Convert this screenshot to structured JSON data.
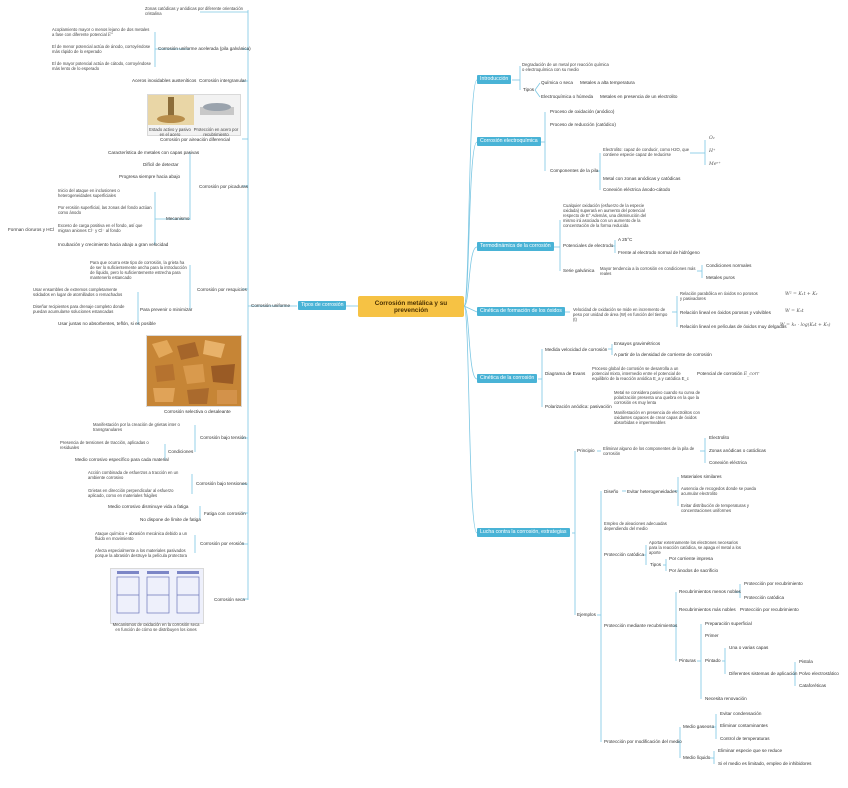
{
  "root": "Corrosión metálica y su prevención",
  "left": {
    "tipos": "Tipos de corrosión",
    "uniforme": "Corrosión uniforme",
    "zonas": "Zonas catódicas y anódicas por diferente orientación cristalina",
    "galvanica": "Corrosión uniforme acelerada (pila galvánica)",
    "g1": "Acoplamiento mayor o menos lejano de dos metales a fase con diferente potencial",
    "g1_math": "E°",
    "g2": "El de menor potencial actúa de ánodo, corroyéndose más rápido de lo esperado",
    "g3": "El de mayor potencial actúa de cátodo, corroyéndose más lento de lo esperado",
    "intergranular": "Corrosión intergranular",
    "inter1": "Aceros inoxidables austeníticos",
    "aireacion": "Corrosión por aireación diferencial",
    "img1_cap1": "Estado activo y pasivo en el acero",
    "img1_cap2": "Protección en acero por recubrimiento",
    "picaduras": "Corrosión por picaduras",
    "p1": "Característica de metales con capas pasivas",
    "p2": "Difícil de detectar",
    "p3": "Progresa siempre hacia abajo",
    "mecanismo": "Mecanismo",
    "mec1": "Inicio del ataque en inclusiones o heterogeneidades superficiales",
    "mec2": "Por erosión superficial, las zonas del fondo actúan como ánodo",
    "mec3": "Exceso de carga positiva en el fondo, así que migran aniones Cl⁻ y Cl⁻ al fondo",
    "mec3_left": "Forman cloruros y HCl",
    "mec4": "Incubación y crecimiento hacia abajo a gran velocidad",
    "resquicios": "Corrosión por resquicios",
    "r1": "Para que ocurra este tipo de corrosión, la grieta ha de ser lo suficientemente ancha para la introducción de líquido, pero lo suficientemente estrecha para mantenerlo estancado",
    "prevenir": "Para prevenir o minimizar",
    "pr1": "Usar ensambles de extremos completamente soldados en lugar de atornillados o remachados",
    "pr2": "Diseñar recipientes para drenaje completo donde puedan acumularse soluciones estancadas",
    "pr3": "Usar juntas no absorbentes, teflón, si es posible",
    "selectiva": "Corrosión selectiva o desaleante",
    "tension": "Corrosión bajo tensión",
    "t1": "Manifestación por la creación de grietas inter o transgranulares",
    "condiciones": "Condiciones",
    "c1": "Presencia de tensiones de tracción, aplicadas o residuales",
    "c2": "Medio corrosivo específico para cada material",
    "fatiga_tension": "Corrosión bajo tensiones",
    "ft1": "Acción combinada de esfuerzos a tracción en un ambiente corrosivo",
    "ft2": "Grietas en dirección perpendicular al esfuerzo aplicado, como en materiales frágiles",
    "fatiga": "Fatiga con corrosión",
    "f1": "Medio corrosivo disminuye vida a fatiga",
    "f2": "No dispone de límite de fatiga",
    "erosion": "Corrosión por erosión",
    "e1": "Ataque químico + abrasión mecánica debido a un fluido en movimiento",
    "e2": "Afecta especialmente a los materiales pasivados porque la abrasión destruye la película protectora",
    "seca": "Corrosión seca",
    "img3_cap": "Mecanismos de oxidación en la corrosión seca en función de cómo se distribuyen los iones"
  },
  "right": {
    "intro": "Introducción",
    "intro1": "Degradación de un metal por reacción química o electroquímica con su medio",
    "tipos": "Tipos",
    "quimica": "Química o seca",
    "quimica1": "Metales a alta temperatura",
    "electro": "Electroquímica o húmeda",
    "electro1": "Metales en presencia de un electrolito",
    "electroq": "Corrosión electroquímica",
    "eq1": "Proceso de oxidación (anódico)",
    "eq2": "Proceso de reducción (catódico)",
    "componentes": "Componentes de la pila",
    "comp1": "Electrolito: capaz de conducir, como H2O, que contiene especie capaz de reducirse",
    "comp_math": [
      "O₂",
      "H⁺",
      "Meⁿ⁺"
    ],
    "comp2": "Metal con zonas anódicas y catódicas",
    "comp3": "Conexión eléctrica ánodo-cátodo",
    "termo": "Termodinámica de la corrosión",
    "te1": "Cualquier oxidación (esfuerzo de la especie oxidada) superará en aumento del potencial respecto de E° Además, una disminución del mismo irá asociada con un aumento de la concentración de la forma reducida",
    "potenciales": "Potenciales de electrodo",
    "pot1": "A 25°C",
    "pot2": "Frente al electrodo normal de hidrógeno",
    "serie": "Serie galvánica",
    "serie1": "Mayor tendencia a la corrosión en condiciones más reales",
    "serie2": "Condiciones normales",
    "serie3": "Metales puros",
    "cinetica": "Cinética de formación de los óxidos",
    "cin1": "Velocidad de oxidación se mide en incremento de peso por unidad de área (W) en función del tiempo (t)",
    "rel1": "Relación parabólica en óxidos no porosos y pasivadores",
    "rel1_math": "W² = K₁t + K₂",
    "rel2": "Relación lineal en óxidos porosos y volvibles",
    "rel2_math": "W = K₃t",
    "rel3": "Relación lineal en películas de óxidos muy delgadas",
    "rel3_math": "W = k₂ · log(K₄t + K₅)",
    "cinetica_corr": "Cinética de la corrosión",
    "cc1": "Medida velocidad de corrosión",
    "cc1a": "Ensayos gravimétricos",
    "cc1b": "A partir de la densidad de corriente de corrosión",
    "evans": "Diagrama de Evans",
    "ev1": "Proceso global de corrosión se desarrolla a un potencial mixto, intermedio entre el potencial de equilibrio de la reacción anódica E_a y catódica E_c",
    "ev2": "Potencial de corrosión",
    "ev2_math": "E_corr",
    "polarizacion": "Polarización anódica: pasivación",
    "pol1": "Metal se considera pasivo cuando su curva de polarización presenta una quebra en la que la corrosión es muy lenta",
    "pol2": "Manifestación en presencia de electrolitos con oxidantes capaces de crear capas de óxidos absorbidas e impermeables",
    "lucha": "Lucha contra la corrosión, estrategias",
    "principio": "Principio",
    "prin1": "Eliminar alguno de los componentes de la pila de corrosión",
    "prin_a": "Electrolito",
    "prin_b": "Zonas anódicas o catódicas",
    "prin_c": "Conexión eléctrica",
    "diseno": "Diseño",
    "dis1": "Evitar heterogeneidades",
    "dis1a": "Materiales similares",
    "dis1b": "Ausencia de recogedos donde se pueda acumular electrolito",
    "dis1c": "Evitar distribución de temperaturas y concentraciones uniformes",
    "dis2": "Empleo de aleaciones adecuadas dependiendo del medio",
    "catodica": "Protección catódica",
    "cat1": "Aportar externamente los electrones necesarios para la reacción catódica, se apaga el metal a los aporte",
    "cat_tipos": "Tipos",
    "cat_t1": "Por corriente impresa",
    "cat_t2": "Por ánodos de sacrificio",
    "ejemplos": "Ejemplos",
    "recubr": "Protección mediante recubrimientos",
    "rm1": "Recubrimientos menos nobles",
    "rm1a": "Protección por recubrimiento",
    "rm1b": "Protección catódica",
    "rm2": "Recubrimientos más nobles",
    "rm2a": "Protección por recubrimiento",
    "pinturas": "Pinturas",
    "pin1": "Preparación superficial",
    "pin2": "Primer",
    "pintado": "Pintado",
    "pint1": "Una o varias capas",
    "pint2": "Diferentes sistemas de aplicación",
    "pint2a": "Pistola",
    "pint2b": "Polvo electrostático",
    "pint2c": "Cataforéticas",
    "pin3": "Necesita renovación",
    "medio": "Protección por modificación del medio",
    "mg": "Medio gaseoso",
    "mg1": "Evitar condensación",
    "mg2": "Eliminar contaminantes",
    "mg3": "Control de temperaturas",
    "ml": "Medio líquido",
    "ml1": "Eliminar especie que se reduce",
    "ml2": "Si el medio es limitado, empleo de inhibidores"
  },
  "colors": {
    "branch": "#49b3d6",
    "root": "#f6c244",
    "line": "#7cc7e3"
  }
}
